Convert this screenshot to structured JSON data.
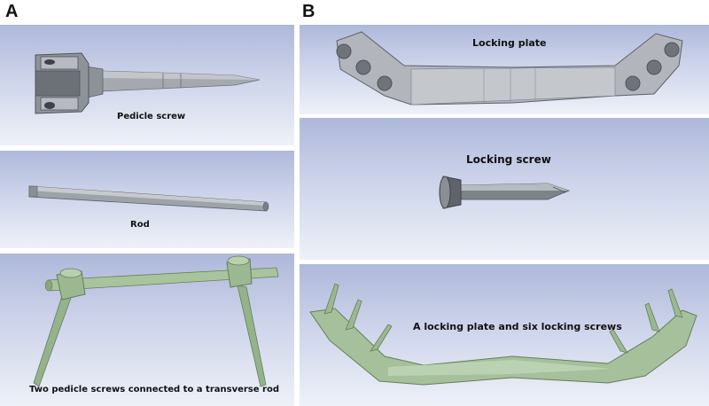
{
  "panels": {
    "a": {
      "letter": "A",
      "captions": {
        "pedicle_screw": "Pedicle screw",
        "rod": "Rod",
        "assembly": "Two pedicle screws connected to a transverse rod"
      }
    },
    "b": {
      "letter": "B",
      "captions": {
        "locking_plate": "Locking plate",
        "locking_screw": "Locking screw",
        "assembly": "A locking plate and six locking screws"
      }
    }
  },
  "colors": {
    "metal": "#9a9fa6",
    "metal_light": "#c4c8cd",
    "metal_dark": "#5c6168",
    "implant_green": "#9cb890",
    "implant_green_dark": "#647e5c"
  }
}
